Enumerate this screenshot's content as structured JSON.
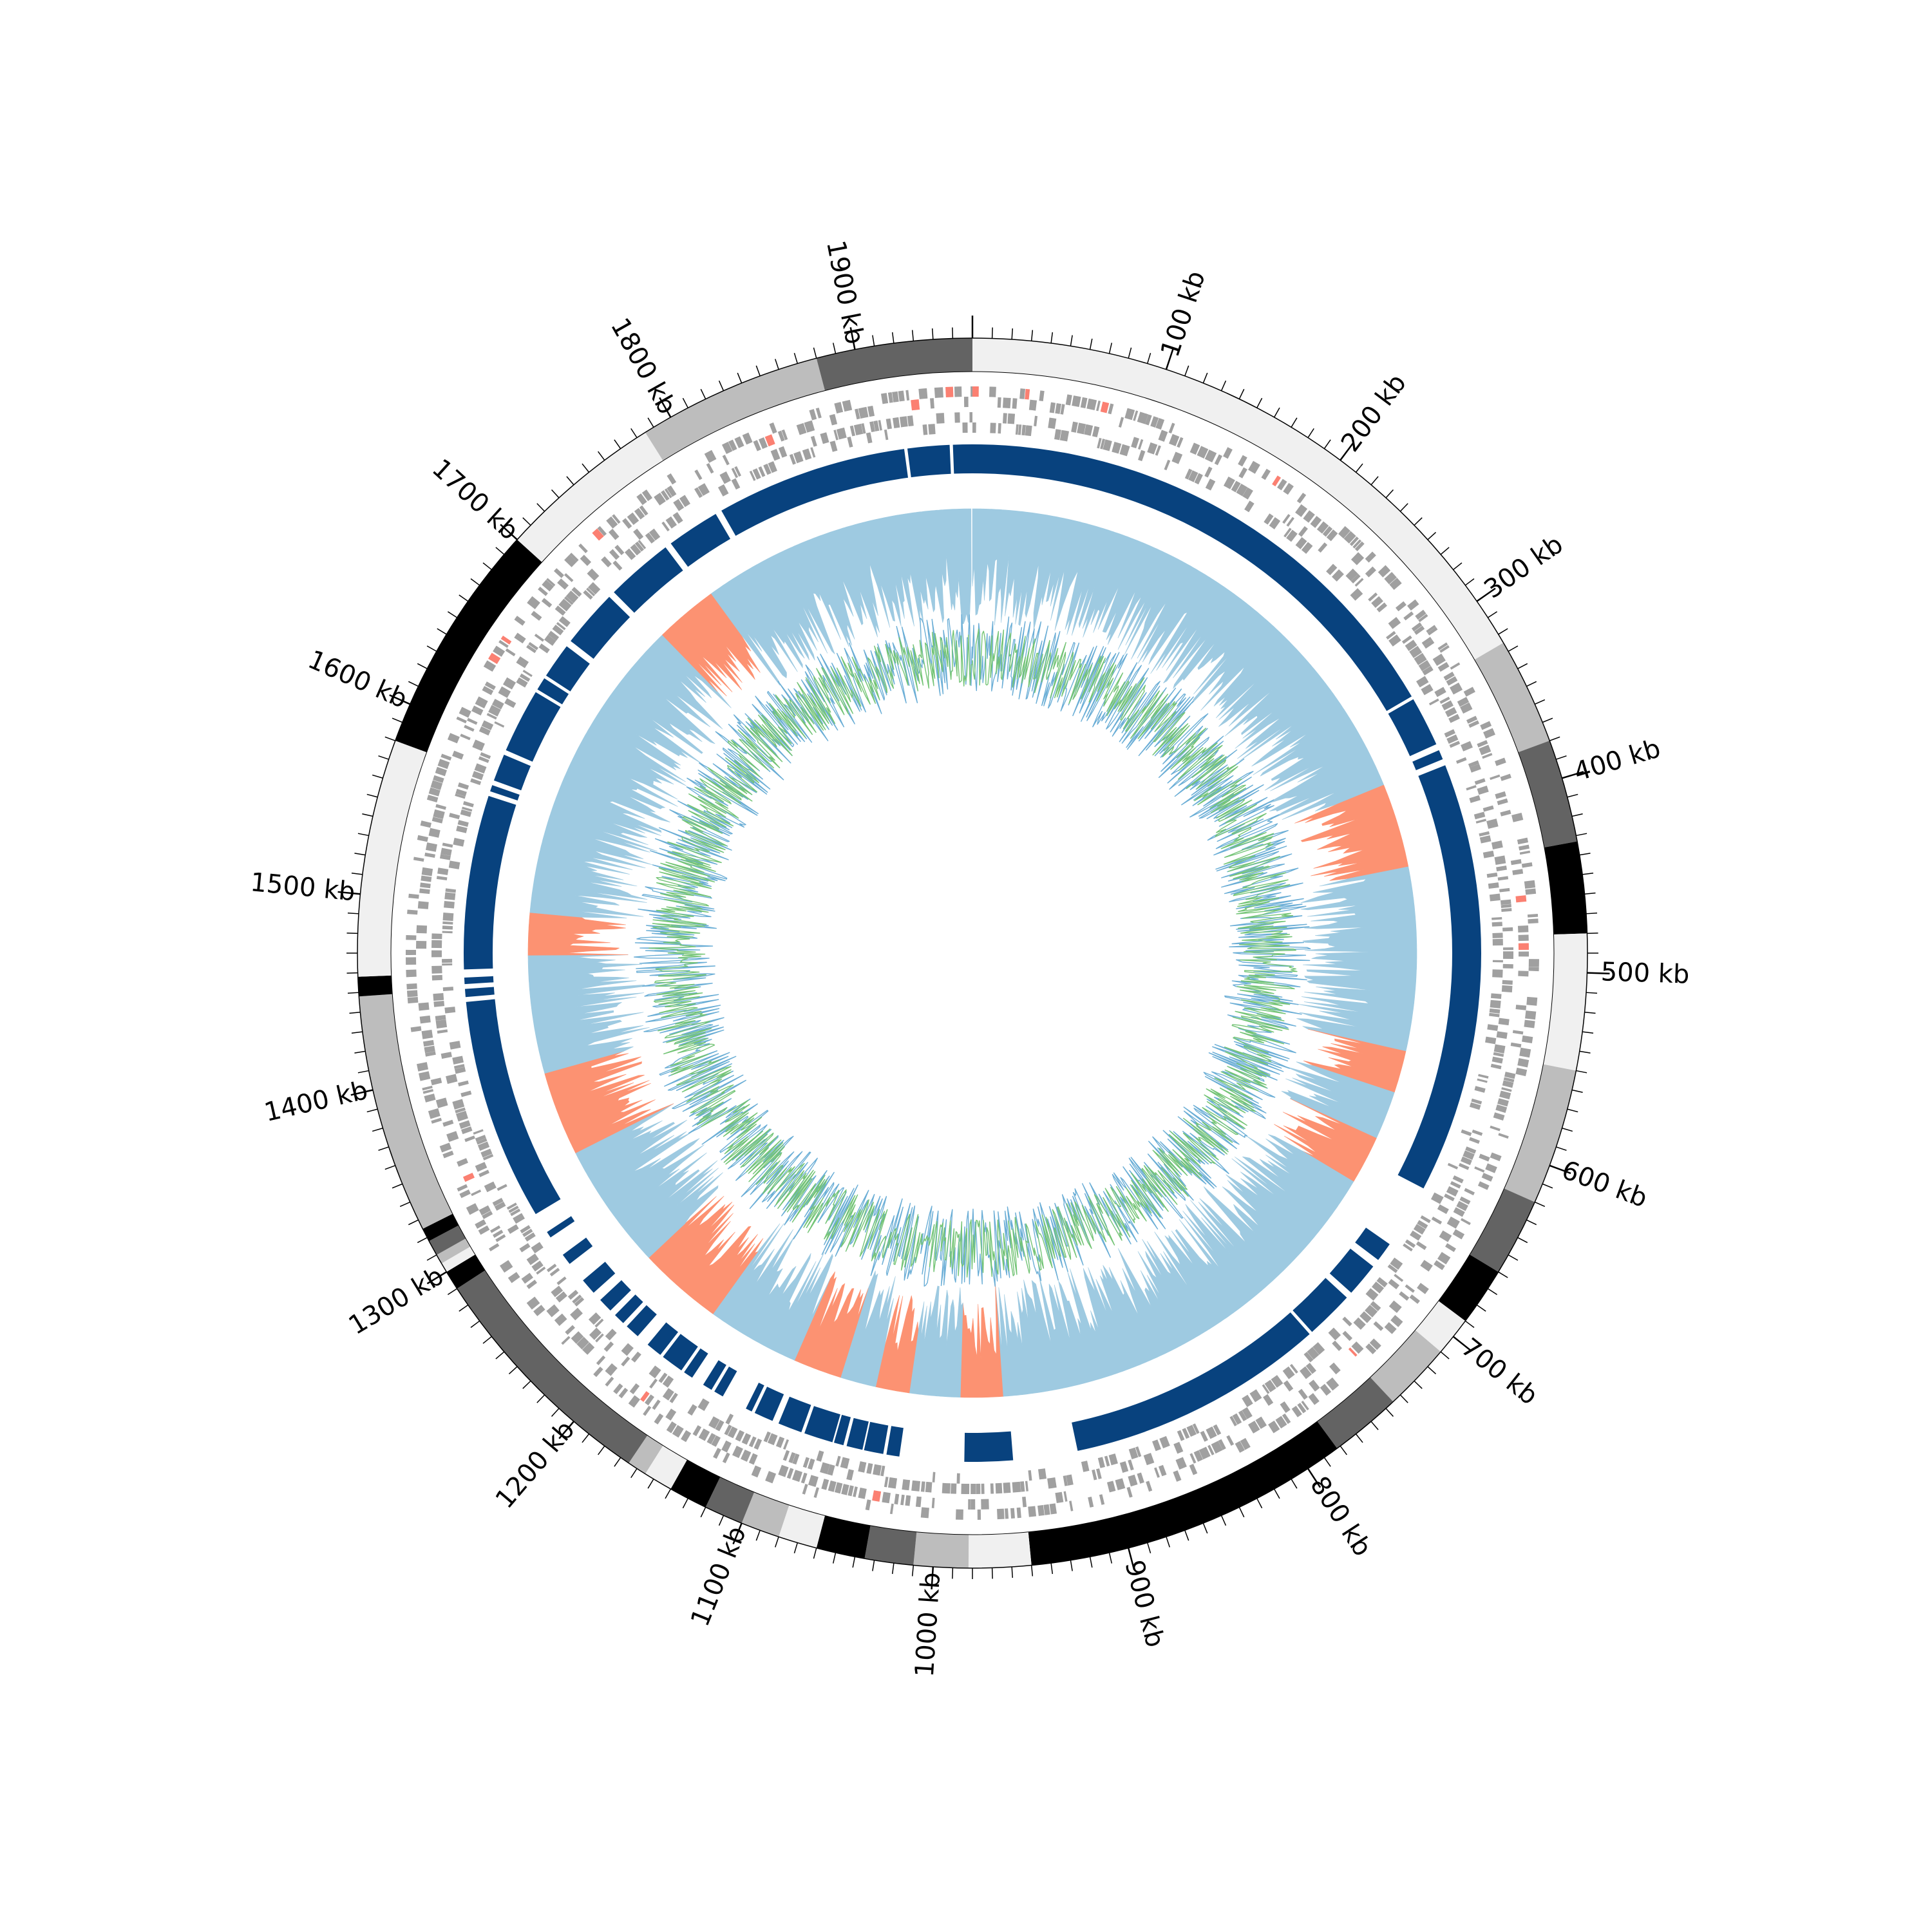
{
  "chart_data": {
    "type": "circular-genome",
    "genome_length_kb": 1960,
    "axis": {
      "unit": "kb",
      "major_tick_interval_kb": 100,
      "minor_tick_interval_kb": 10,
      "tick_labels": [
        {
          "kb": 100,
          "label": "100 kb"
        },
        {
          "kb": 200,
          "label": "200 kb"
        },
        {
          "kb": 300,
          "label": "300 kb"
        },
        {
          "kb": 400,
          "label": "400 kb"
        },
        {
          "kb": 500,
          "label": "500 kb"
        },
        {
          "kb": 600,
          "label": "600 kb"
        },
        {
          "kb": 700,
          "label": "700 kb"
        },
        {
          "kb": 800,
          "label": "800 kb"
        },
        {
          "kb": 900,
          "label": "900 kb"
        },
        {
          "kb": 1000,
          "label": "1000 kb"
        },
        {
          "kb": 1100,
          "label": "1100 kb"
        },
        {
          "kb": 1200,
          "label": "1200 kb"
        },
        {
          "kb": 1300,
          "label": "1300 kb"
        },
        {
          "kb": 1400,
          "label": "1400 kb"
        },
        {
          "kb": 1500,
          "label": "1500 kb"
        },
        {
          "kb": 1600,
          "label": "1600 kb"
        },
        {
          "kb": 1700,
          "label": "1700 kb"
        },
        {
          "kb": 1800,
          "label": "1800 kb"
        },
        {
          "kb": 1900,
          "label": "1900 kb"
        }
      ]
    },
    "tracks": [
      {
        "name": "contigs",
        "type": "segments",
        "segments": [
          {
            "start": 0,
            "end": 325,
            "color": "#f0f0f0"
          },
          {
            "start": 325,
            "end": 380,
            "color": "#bdbdbd"
          },
          {
            "start": 380,
            "end": 433,
            "color": "#636363"
          },
          {
            "start": 433,
            "end": 480,
            "color": "#000000"
          },
          {
            "start": 480,
            "end": 550,
            "color": "#f0f0f0"
          },
          {
            "start": 550,
            "end": 620,
            "color": "#bdbdbd"
          },
          {
            "start": 620,
            "end": 660,
            "color": "#636363"
          },
          {
            "start": 660,
            "end": 690,
            "color": "#000000"
          },
          {
            "start": 690,
            "end": 710,
            "color": "#f0f0f0"
          },
          {
            "start": 710,
            "end": 745,
            "color": "#bdbdbd"
          },
          {
            "start": 745,
            "end": 782,
            "color": "#636363"
          },
          {
            "start": 782,
            "end": 950,
            "color": "#000000"
          },
          {
            "start": 950,
            "end": 982,
            "color": "#f0f0f0"
          },
          {
            "start": 982,
            "end": 1010,
            "color": "#bdbdbd"
          },
          {
            "start": 1010,
            "end": 1035,
            "color": "#636363"
          },
          {
            "start": 1035,
            "end": 1060,
            "color": "#000000"
          },
          {
            "start": 1060,
            "end": 1080,
            "color": "#f0f0f0"
          },
          {
            "start": 1080,
            "end": 1100,
            "color": "#bdbdbd"
          },
          {
            "start": 1100,
            "end": 1120,
            "color": "#636363"
          },
          {
            "start": 1120,
            "end": 1140,
            "color": "#000000"
          },
          {
            "start": 1140,
            "end": 1155,
            "color": "#f0f0f0"
          },
          {
            "start": 1155,
            "end": 1165,
            "color": "#bdbdbd"
          },
          {
            "start": 1165,
            "end": 1290,
            "color": "#636363"
          },
          {
            "start": 1290,
            "end": 1300,
            "color": "#000000"
          },
          {
            "start": 1300,
            "end": 1305,
            "color": "#f0f0f0"
          },
          {
            "start": 1305,
            "end": 1310,
            "color": "#bdbdbd"
          },
          {
            "start": 1310,
            "end": 1318,
            "color": "#636363"
          },
          {
            "start": 1318,
            "end": 1325,
            "color": "#000000"
          },
          {
            "start": 1325,
            "end": 1448,
            "color": "#bdbdbd"
          },
          {
            "start": 1448,
            "end": 1458,
            "color": "#000000"
          },
          {
            "start": 1458,
            "end": 1580,
            "color": "#f0f0f0"
          },
          {
            "start": 1580,
            "end": 1700,
            "color": "#000000"
          },
          {
            "start": 1700,
            "end": 1785,
            "color": "#f0f0f0"
          },
          {
            "start": 1785,
            "end": 1880,
            "color": "#bdbdbd"
          },
          {
            "start": 1880,
            "end": 1960,
            "color": "#636363"
          }
        ]
      },
      {
        "name": "features_forward",
        "type": "features",
        "color": "#a0a0a0",
        "highlight_color": "#fb8072"
      },
      {
        "name": "features_reverse",
        "type": "features",
        "color": "#a0a0a0"
      },
      {
        "name": "blocks",
        "type": "segments",
        "color": "#08427e",
        "segments": [
          {
            "start": 1920,
            "end": 1946
          },
          {
            "start": 1948,
            "end": 1960
          },
          {
            "start": 0,
            "end": 325
          },
          {
            "start": 327,
            "end": 358
          },
          {
            "start": 362,
            "end": 368
          },
          {
            "start": 372,
            "end": 640
          },
          {
            "start": 680,
            "end": 692
          },
          {
            "start": 697,
            "end": 718
          },
          {
            "start": 722,
            "end": 752
          },
          {
            "start": 754,
            "end": 915
          },
          {
            "start": 955,
            "end": 985
          },
          {
            "start": 1025,
            "end": 1033
          },
          {
            "start": 1035,
            "end": 1047
          },
          {
            "start": 1048,
            "end": 1058
          },
          {
            "start": 1060,
            "end": 1066
          },
          {
            "start": 1067,
            "end": 1085
          },
          {
            "start": 1087,
            "end": 1102
          },
          {
            "start": 1106,
            "end": 1118
          },
          {
            "start": 1120,
            "end": 1124
          },
          {
            "start": 1140,
            "end": 1146
          },
          {
            "start": 1148,
            "end": 1154
          },
          {
            "start": 1162,
            "end": 1168
          },
          {
            "start": 1170,
            "end": 1184
          },
          {
            "start": 1186,
            "end": 1196
          },
          {
            "start": 1204,
            "end": 1213
          },
          {
            "start": 1216,
            "end": 1223
          },
          {
            "start": 1227,
            "end": 1236
          },
          {
            "start": 1242,
            "end": 1252
          },
          {
            "start": 1265,
            "end": 1272
          },
          {
            "start": 1285,
            "end": 1289
          },
          {
            "start": 1302,
            "end": 1440
          },
          {
            "start": 1443,
            "end": 1448
          },
          {
            "start": 1451,
            "end": 1455
          },
          {
            "start": 1460,
            "end": 1568
          },
          {
            "start": 1571,
            "end": 1575
          },
          {
            "start": 1578,
            "end": 1595
          },
          {
            "start": 1598,
            "end": 1638
          },
          {
            "start": 1640,
            "end": 1648
          },
          {
            "start": 1650,
            "end": 1672
          },
          {
            "start": 1676,
            "end": 1712
          },
          {
            "start": 1716,
            "end": 1758
          },
          {
            "start": 1762,
            "end": 1795
          },
          {
            "start": 1799,
            "end": 1918
          }
        ]
      },
      {
        "name": "gc_skew",
        "type": "signed-area",
        "positive_color": "#9ecae1",
        "negative_color": "#fc9272",
        "negative_regions": [
          {
            "start": 0,
            "end": 0
          },
          {
            "start": 370,
            "end": 430
          },
          {
            "start": 560,
            "end": 590
          },
          {
            "start": 625,
            "end": 660
          },
          {
            "start": 960,
            "end": 990
          },
          {
            "start": 1025,
            "end": 1050
          },
          {
            "start": 1075,
            "end": 1110
          },
          {
            "start": 1175,
            "end": 1235
          },
          {
            "start": 1325,
            "end": 1385
          },
          {
            "start": 1470,
            "end": 1500
          },
          {
            "start": 1720,
            "end": 1765
          }
        ]
      },
      {
        "name": "gc_content",
        "type": "line",
        "colors": [
          "#6baed6",
          "#74c476"
        ]
      }
    ]
  }
}
